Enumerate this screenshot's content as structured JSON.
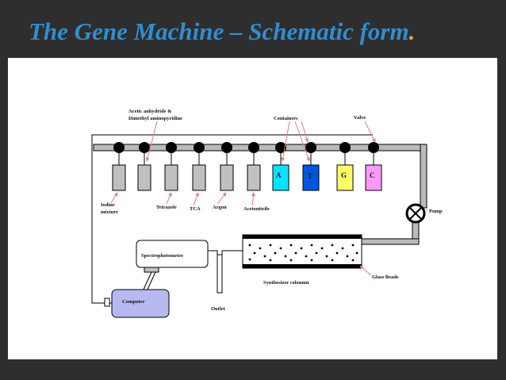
{
  "slide": {
    "title": "The Gene Machine – Schematic form",
    "title_punct": "."
  },
  "diagram": {
    "labels": {
      "acetic": "Acetic anhydride &",
      "dimethyl": "Dimethyl aminopyridine",
      "containers": "Containers",
      "valve": "Valve",
      "iodine1": "Iodine",
      "iodine2": "mixture",
      "tetrazole": "Tetrazole",
      "tca": "TCA",
      "argon": "Argon",
      "acetonitrile": "Acetonitrile",
      "pump": "Pump",
      "spectrophotometer": "Spectrophotometer",
      "glass_beads": "Glass Beads",
      "synthesizer_column": "Synthesizer coloumn",
      "computer": "Computer",
      "outlet": "Outlet"
    },
    "bases": [
      "A",
      "T",
      "G",
      "C"
    ],
    "colors": {
      "A": "#00e5ff",
      "T": "#0055dd",
      "G": "#ffff66",
      "C": "#ff99ff",
      "reagent": "#c0c0c0",
      "pipe": "#bbbbbb",
      "computer": "#b8b8f0",
      "arrow": "#e08080",
      "title": "#2e8fd0"
    }
  }
}
